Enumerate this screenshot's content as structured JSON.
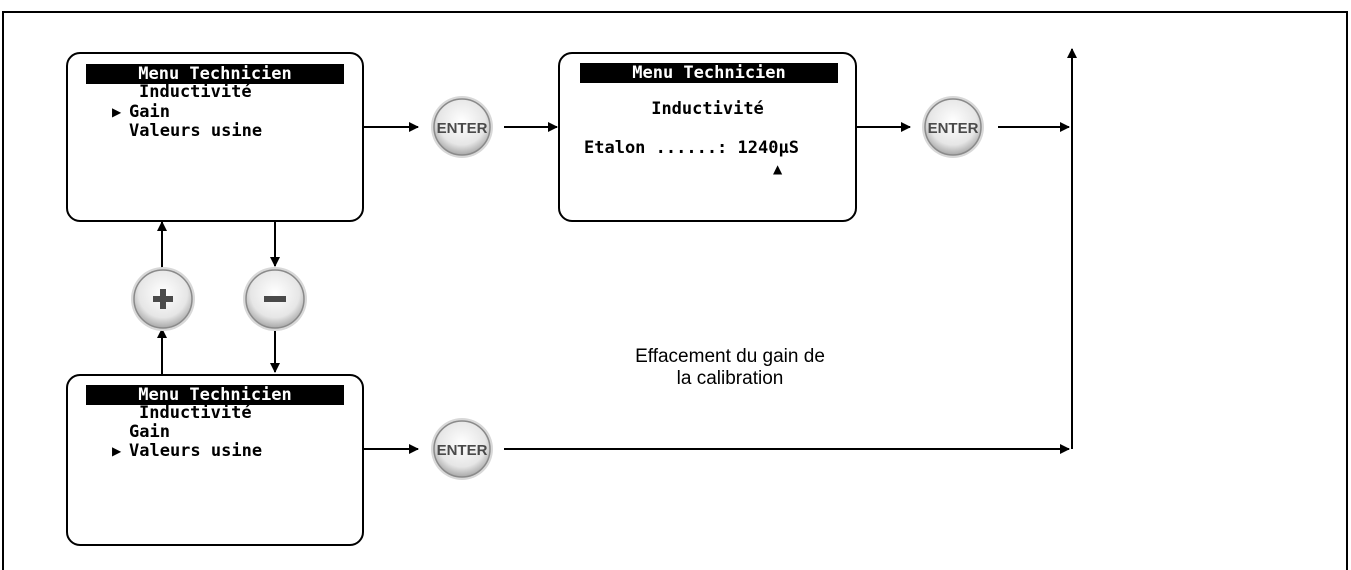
{
  "screens": {
    "menu_gain": {
      "title": "Menu Technicien",
      "items": [
        "Inductivité",
        "Gain",
        "Valeurs usine"
      ],
      "selected_marker": "▶"
    },
    "menu_factory": {
      "title": "Menu Technicien",
      "items": [
        "Inductivité",
        "Gain",
        "Valeurs usine"
      ],
      "selected_marker": "▶"
    },
    "etalon": {
      "title": "Menu Technicien",
      "heading": "Inductivité",
      "value_line": "Etalon ......: 1240µS",
      "cursor": "▲"
    }
  },
  "buttons": {
    "enter_label": "ENTER",
    "plus_icon": "plus-icon",
    "minus_icon": "minus-icon"
  },
  "caption": {
    "line1": "Effacement du gain de",
    "line2": "la calibration"
  }
}
